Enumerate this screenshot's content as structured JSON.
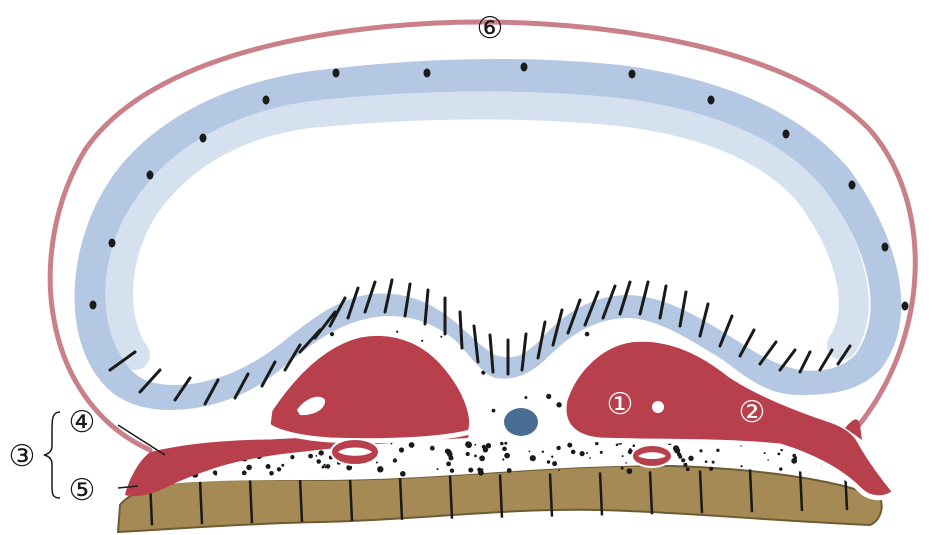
{
  "diagram": {
    "labels": {
      "l1": "①",
      "l2": "②",
      "l3": "③",
      "l4": "④",
      "l5": "⑤",
      "l6": "⑥"
    },
    "colors": {
      "outer_membrane": "#c98088",
      "blue_layer": "#b4c8e3",
      "red_tissue": "#b8404d",
      "yolk_band": "#a68a55",
      "central_vessel": "#4a6e93",
      "line": "#1a1a1a",
      "background": "#ffffff"
    }
  }
}
